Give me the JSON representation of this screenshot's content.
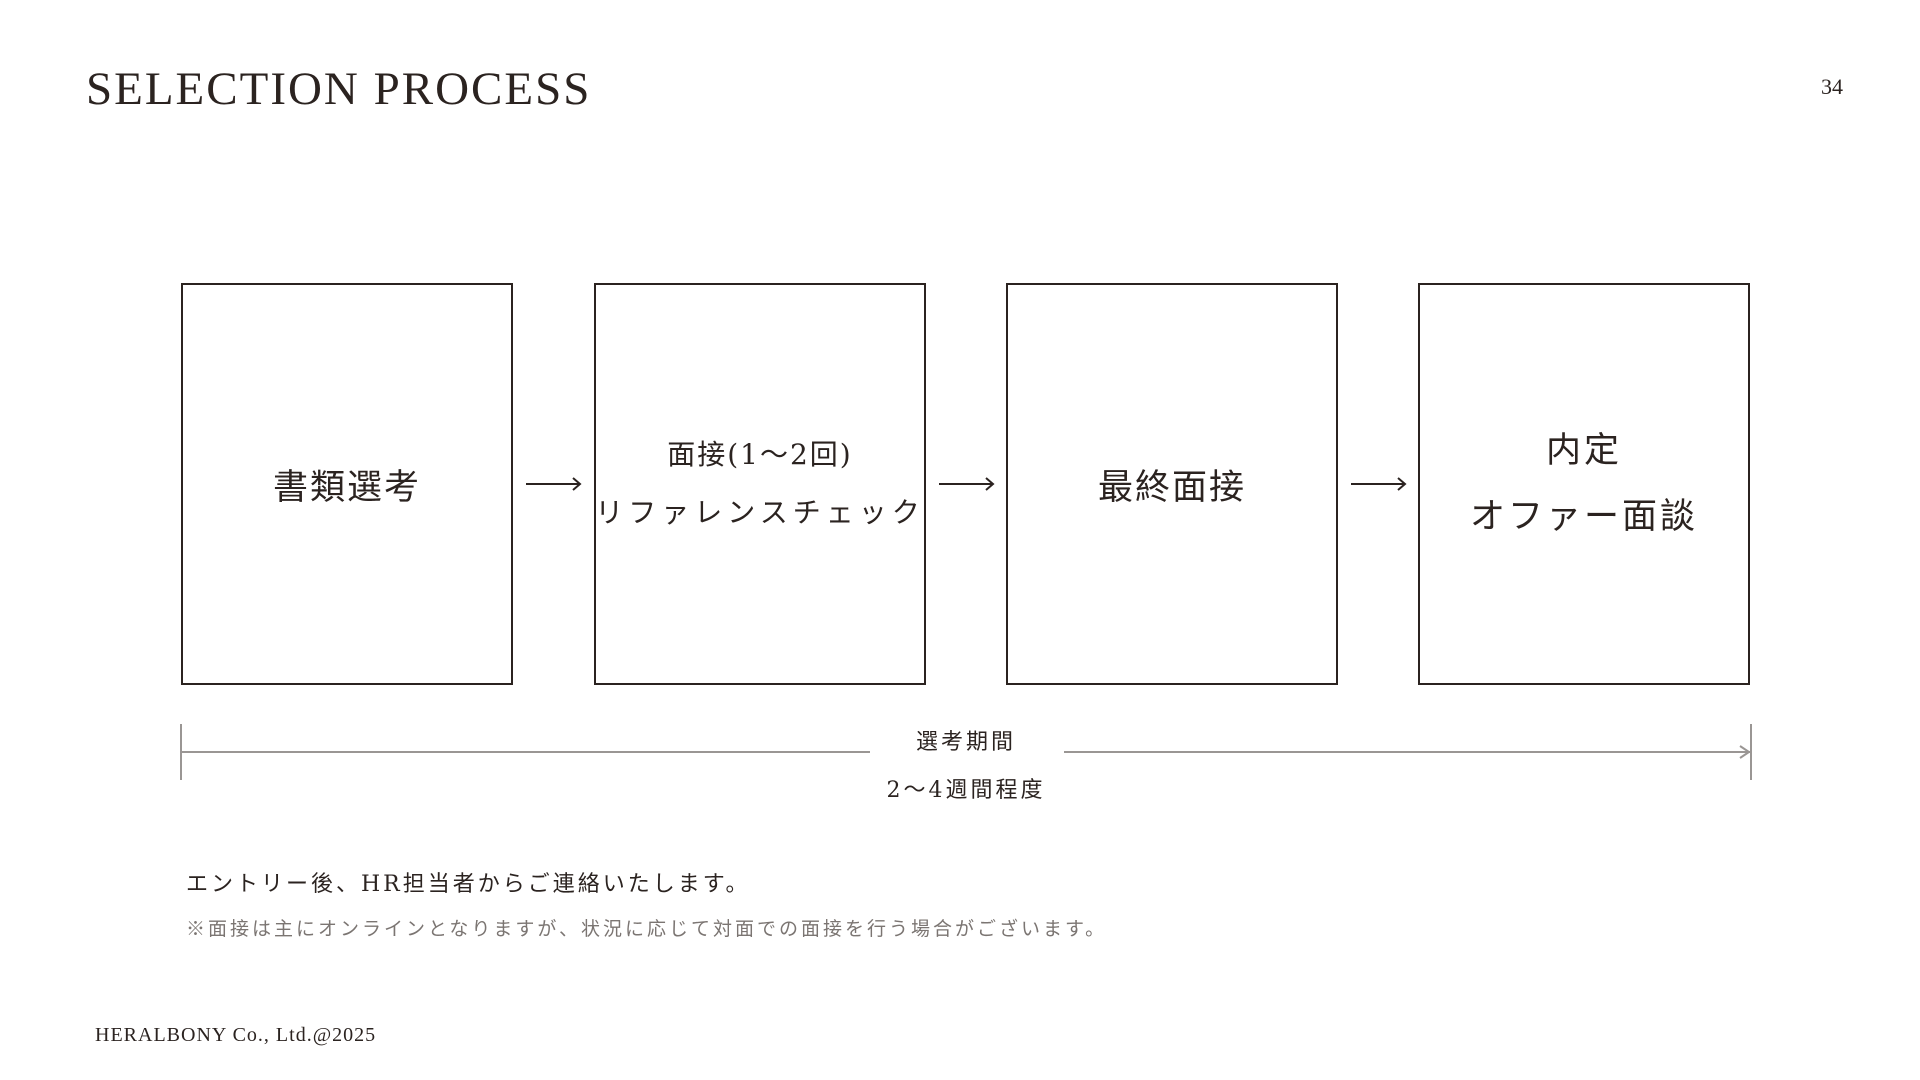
{
  "header": {
    "title": "SELECTION PROCESS",
    "page_number": "34"
  },
  "steps": [
    {
      "lines": [
        "書類選考"
      ]
    },
    {
      "lines": [
        "面接(1〜2回)",
        "リファレンスチェック"
      ]
    },
    {
      "lines": [
        "最終面接"
      ]
    },
    {
      "lines": [
        "内定",
        "オファー面談"
      ]
    }
  ],
  "timeline": {
    "label": "選考期間",
    "value": "2〜4週間程度"
  },
  "notes": {
    "main": "エントリー後、HR担当者からご連絡いたします。",
    "sub": "※面接は主にオンラインとなりますが、状況に応じて対面での面接を行う場合がございます。"
  },
  "footer": {
    "copyright": "HERALBONY Co., Ltd.@2025"
  },
  "colors": {
    "text": "#2b2320",
    "muted_text": "#7b7572",
    "timeline_line": "#9a9694",
    "background": "#ffffff"
  },
  "icons": {
    "step_arrow": "right-arrow-icon",
    "timeline_arrow": "right-arrowhead-icon"
  }
}
